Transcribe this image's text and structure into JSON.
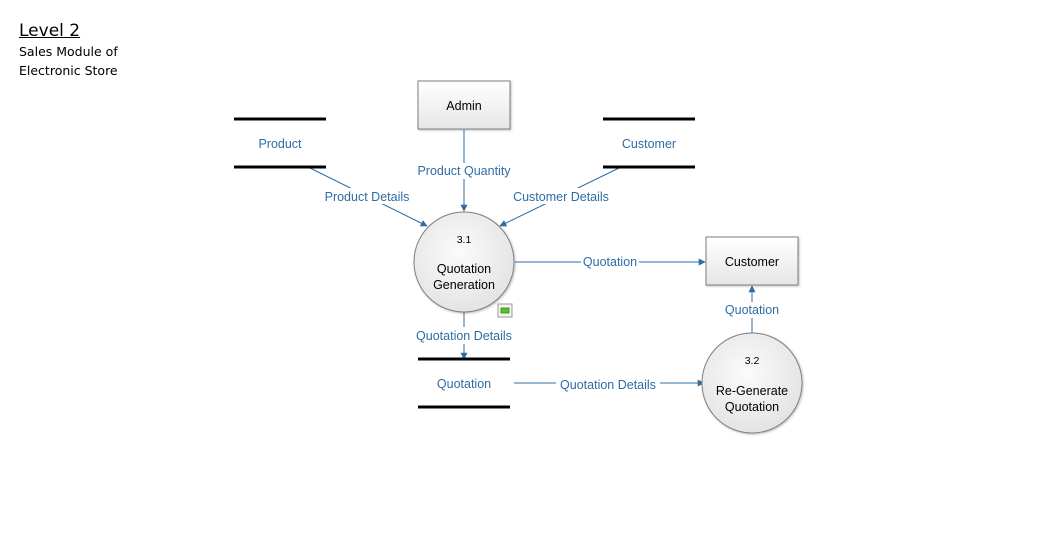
{
  "title": {
    "level": "Level 2",
    "line1": "Sales Module of",
    "line2": "Electronic Store"
  },
  "entities": {
    "admin": "Admin",
    "customer": "Customer"
  },
  "stores": {
    "product": "Product",
    "customer": "Customer",
    "quotation": "Quotation"
  },
  "processes": {
    "p31": {
      "number": "3.1",
      "line1": "Quotation",
      "line2": "Generation"
    },
    "p32": {
      "number": "3.2",
      "line1": "Re-Generate",
      "line2": "Quotation"
    }
  },
  "flows": {
    "product_details": "Product Details",
    "product_quantity": "Product Quantity",
    "customer_details": "Customer Details",
    "quotation_out": "Quotation",
    "quotation_details_down": "Quotation Details",
    "quotation_details_right": "Quotation Details",
    "quotation_up": "Quotation"
  },
  "colors": {
    "arrow": "#2e6da4",
    "label": "#2e6da4",
    "box_fill": "#f2f2f2",
    "circle_fill": "#eeeeee"
  }
}
